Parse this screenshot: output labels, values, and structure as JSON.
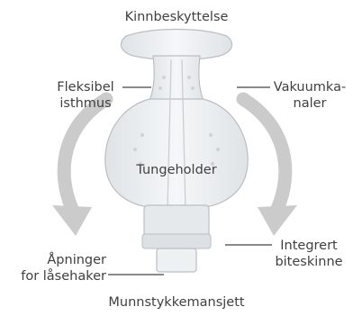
{
  "labels": {
    "top": "Kinnbeskyttelse",
    "flexible_line1": "Fleksibel",
    "flexible_line2": "isthmus",
    "vacuum_line1": "Vakuumka-",
    "vacuum_line2": "naler",
    "tongue": "Tungeholder",
    "openings_line1": "Åpninger",
    "openings_line2": "for låsehaker",
    "bite_line1": "Integrert",
    "bite_line2": "biteskinne",
    "cuff": "Munnstykkemansjett"
  },
  "colors": {
    "arrow": "#c9c9c9",
    "device_fill": "#eceff1",
    "device_stroke": "#b9bfc4",
    "leader": "#444444",
    "text": "#3f3f3f"
  }
}
